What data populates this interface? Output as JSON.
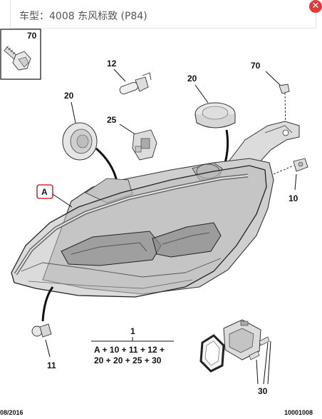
{
  "header": {
    "title": "车型：4008 东风标致 (P84)"
  },
  "close_icon": "✕",
  "callouts": {
    "box_70": "70",
    "c12": "12",
    "c20_left": "20",
    "c25": "25",
    "c20_right": "20",
    "c70_right": "70",
    "cA": "A",
    "c10": "10",
    "c11": "11",
    "c30": "30",
    "c1": "1"
  },
  "formula": {
    "line1": "A + 10 + 11 + 12 +",
    "line2": "20 + 20 + 25 + 30"
  },
  "footer": {
    "date": "08/2016",
    "code": "10001008"
  },
  "colors": {
    "a_box": "#c8303a",
    "close": "#e03a3a"
  }
}
